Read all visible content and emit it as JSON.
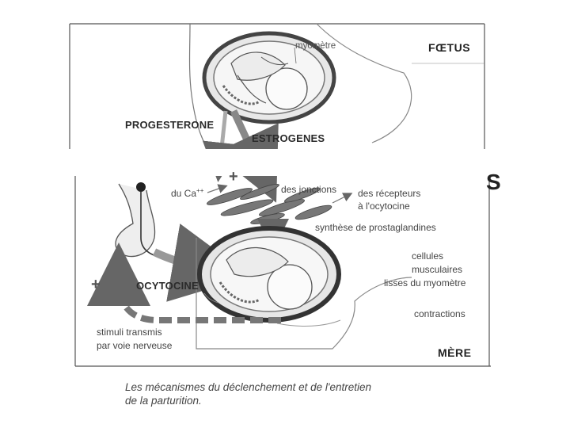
{
  "labels": {
    "myometre": "myomètre",
    "foetus": "FŒTUS",
    "progesterone": "PROGESTERONE",
    "estrogenes": "ESTROGENES",
    "du_ca": "du Ca",
    "ca_superscript": "++",
    "des_jonctions": "des jonctions",
    "des_recepteurs_l1": "des récepteurs",
    "des_recepteurs_l2": "à l'ocytocine",
    "synthese": "synthèse de prostaglandines",
    "cellules_l1": "cellules",
    "cellules_l2": "musculaires",
    "cellules_l3": "lisses du myomètre",
    "contractions": "contractions",
    "ocytocine": "OCYTOCINE",
    "stimuli_l1": "stimuli transmis",
    "stimuli_l2": "par voie nerveuse",
    "mere": "MÈRE",
    "plus_sign": "+",
    "stray_char": "S"
  },
  "caption": {
    "line1": "Les mécanismes du déclenchement et de l'entretien",
    "line2": "de la parturition."
  }
}
